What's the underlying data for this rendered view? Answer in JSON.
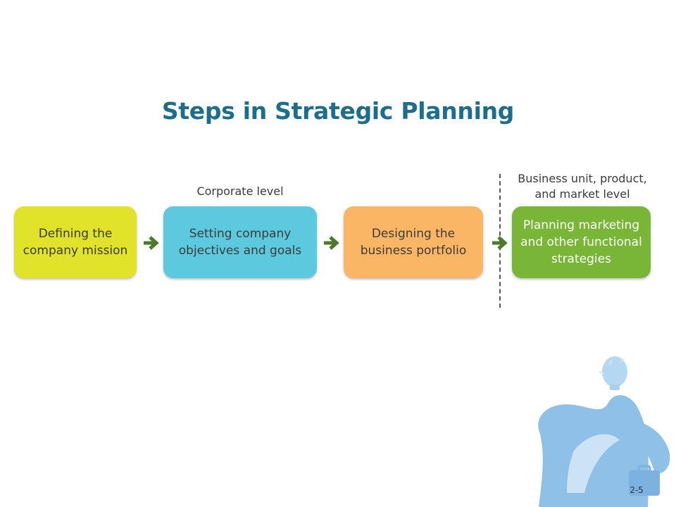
{
  "title": "Steps in Strategic Planning",
  "levels": {
    "corporate": "Corporate level",
    "business": "Business unit, product,\nand market level"
  },
  "steps": [
    {
      "label": "Defining the\ncompany mission",
      "color": "#e1e22a"
    },
    {
      "label": "Setting company\nobjectives and goals",
      "color": "#5cc9de"
    },
    {
      "label": "Designing the\nbusiness portfolio",
      "color": "#fbb665"
    },
    {
      "label": "Planning marketing\nand other functional\nstrategies",
      "color": "#79b537"
    }
  ],
  "arrow_color": "#4e7a2b",
  "decoration": {
    "icon": "lightbulb-figure-mascot",
    "color": "#8fc0e8"
  },
  "slide_number": "2-5"
}
